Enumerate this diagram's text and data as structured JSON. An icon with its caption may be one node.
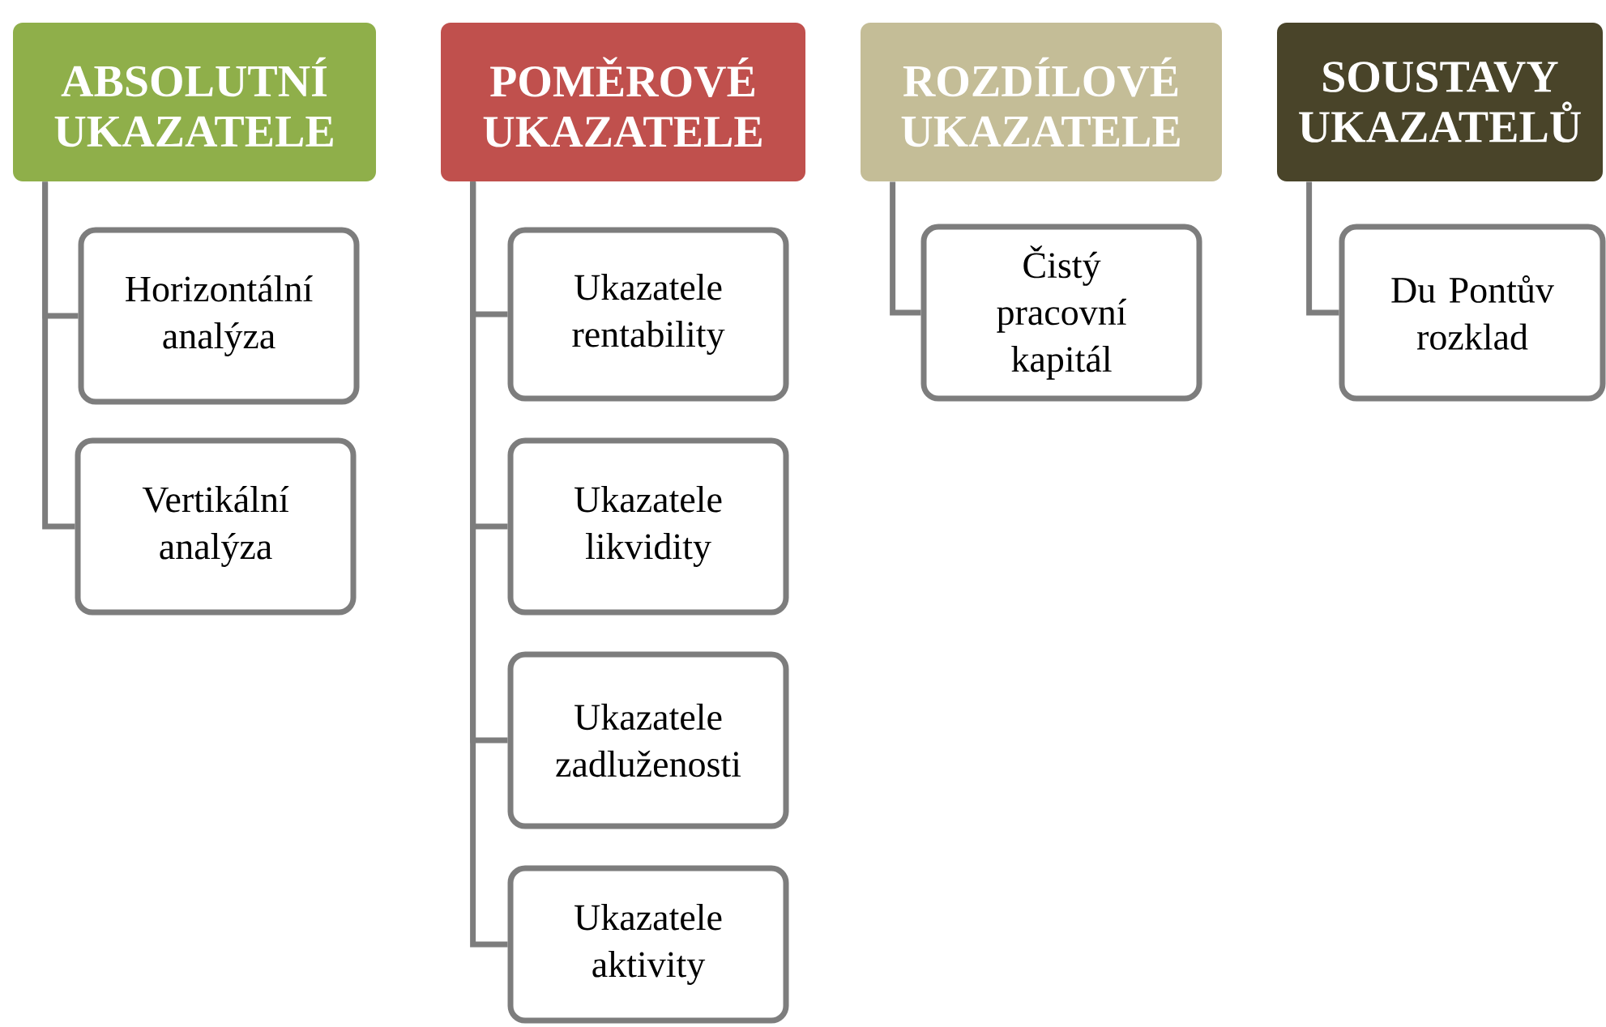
{
  "diagram": {
    "nodes": [
      {
        "text": [
          "ABSOLUTNÍ UKAZATELE"
        ]
      },
      {
        "text": [
          "Horizontální analýza"
        ]
      },
      {
        "text": [
          "Vertikální analýza"
        ]
      },
      {
        "text": [
          "POMĚROVÉ UKAZATELE"
        ]
      },
      {
        "text": [
          "Ukazatele rentability"
        ]
      },
      {
        "text": [
          "Ukazatele likvidity"
        ]
      },
      {
        "text": [
          "Ukazatele zadluženosti"
        ]
      },
      {
        "text": [
          "Ukazatele aktivity"
        ]
      },
      {
        "text": [
          "ROZDÍLOVÉ UKAZATELE"
        ]
      },
      {
        "text": [
          "Čistý pracovní kapitál"
        ]
      },
      {
        "text": [
          "SOUSTAVY UKAZATELŮ"
        ]
      },
      {
        "text": [
          "Du Pontův rozklad"
        ]
      }
    ],
    "edges": [
      {
        "from": 0,
        "to": 1,
        "arrow": "none"
      },
      {
        "from": 0,
        "to": 2,
        "arrow": "none"
      },
      {
        "from": 3,
        "to": 4,
        "arrow": "none"
      },
      {
        "from": 3,
        "to": 5,
        "arrow": "none"
      },
      {
        "from": 3,
        "to": 6,
        "arrow": "none"
      },
      {
        "from": 3,
        "to": 7,
        "arrow": "none"
      },
      {
        "from": 8,
        "to": 9,
        "arrow": "none"
      },
      {
        "from": 10,
        "to": 11,
        "arrow": "none"
      }
    ]
  }
}
